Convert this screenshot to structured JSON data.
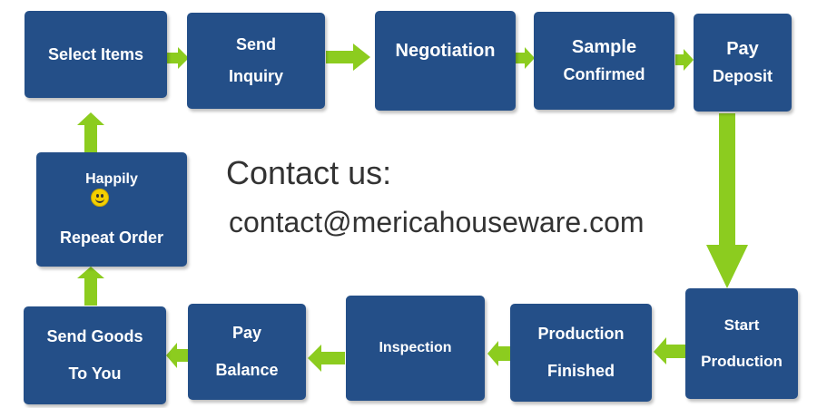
{
  "colors": {
    "box": "#244f88",
    "arrow": "#8ccc1f",
    "text": "#333333"
  },
  "steps": [
    {
      "lines": [
        "Select Items"
      ]
    },
    {
      "lines": [
        "Send",
        "Inquiry"
      ]
    },
    {
      "lines": [
        "Negotiation"
      ]
    },
    {
      "lines": [
        "Sample",
        "Confirmed"
      ]
    },
    {
      "lines": [
        "Pay",
        "Deposit"
      ]
    },
    {
      "lines": [
        "Start",
        "Production"
      ]
    },
    {
      "lines": [
        "Production",
        "Finished"
      ]
    },
    {
      "lines": [
        "Inspection"
      ]
    },
    {
      "lines": [
        "Pay",
        "Balance"
      ]
    },
    {
      "lines": [
        "Send Goods",
        "To You"
      ]
    },
    {
      "lines": [
        "Happily",
        "Repeat Order"
      ]
    }
  ],
  "contact": {
    "title": "Contact us:",
    "email": "contact@mericahouseware.com"
  }
}
